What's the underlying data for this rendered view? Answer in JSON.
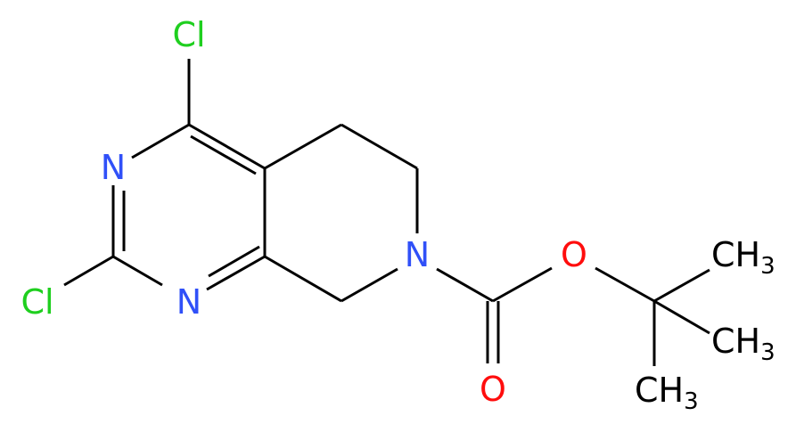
{
  "colors": {
    "bond": "#000000",
    "nitrogen": "#3050F8",
    "oxygen": "#FF0D0D",
    "chlorine": "#1FCF1F",
    "carbon_label": "#000000",
    "background": "#FFFFFF"
  },
  "atoms": {
    "cl_top": "Cl",
    "cl_left": "Cl",
    "n_upper": "N",
    "n_lower": "N",
    "n_ring": "N",
    "o_ester": "O",
    "o_carbonyl": "O",
    "ch3_top_main": "CH",
    "ch3_top_sub": "3",
    "ch3_mid_main": "CH",
    "ch3_mid_sub": "3",
    "ch3_bot_main": "CH",
    "ch3_bot_sub": "3"
  }
}
